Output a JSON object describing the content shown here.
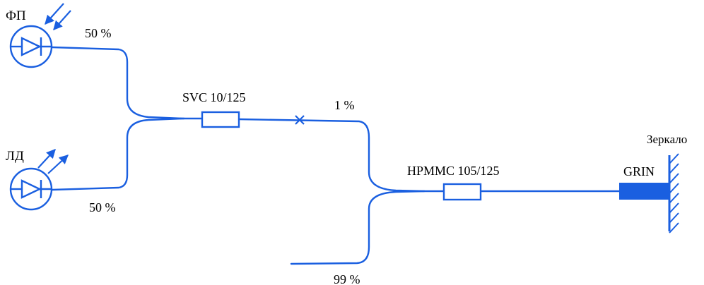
{
  "colors": {
    "fiber": "#1a5fe0",
    "text": "#000000",
    "background": "#ffffff"
  },
  "labels": {
    "photodiode": "ФП",
    "laser_diode": "ЛД",
    "pd_ratio": "50 %",
    "ld_ratio": "50 %",
    "svc_coupler": "SVC 10/125",
    "tap_ratio": "1 %",
    "hpmmc_coupler": "HPMMC 105/125",
    "main_ratio": "99 %",
    "grin": "GRIN",
    "mirror": "Зеркало"
  },
  "icons": {
    "photodiode": "photodiode-icon",
    "laser_diode": "laser-diode-icon",
    "splice": "splice-cross-icon",
    "mirror": "mirror-hatch-icon",
    "grin": "grin-lens-icon"
  }
}
